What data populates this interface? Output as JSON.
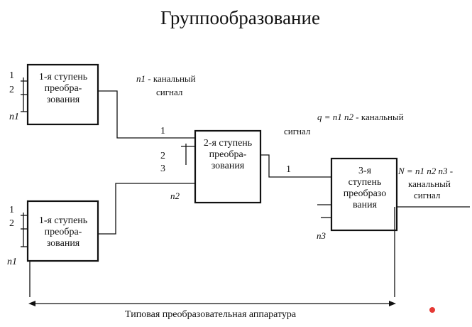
{
  "title": "Группообразование",
  "stage1_top": {
    "line1": "1-я ступень",
    "line2": "преобра-",
    "line3": "зования",
    "input_1": "1",
    "input_2": "2",
    "input_n": "n1"
  },
  "stage1_bottom": {
    "line1": "1-я ступень",
    "line2": "преобра-",
    "line3": "зования",
    "input_1": "1",
    "input_2": "2",
    "input_n": "n1"
  },
  "stage2": {
    "line1": "2-я ступень",
    "line2": "преобра-",
    "line3": "зования",
    "input_1": "1",
    "input_2": "2",
    "input_3": "3",
    "input_n": "n2"
  },
  "stage3": {
    "line1": "3-я",
    "line2": "ступень",
    "line3": "преобразо",
    "line4": "вания",
    "input_1": "1",
    "input_n": "n3"
  },
  "label_n1": {
    "formula": "n1",
    "text1": " - канальный",
    "text2": "сигнал"
  },
  "label_q": {
    "formula": "q = n1 n2",
    "text1": " - канальный",
    "text2": "сигнал"
  },
  "label_N": {
    "formula": "N = n1 n2 n3",
    "text1": " -",
    "text2": "канальный",
    "text3": "сигнал"
  },
  "caption": "Типовая преобразовательная аппаратура",
  "colors": {
    "line": "#111111",
    "dot": "#e53935"
  }
}
